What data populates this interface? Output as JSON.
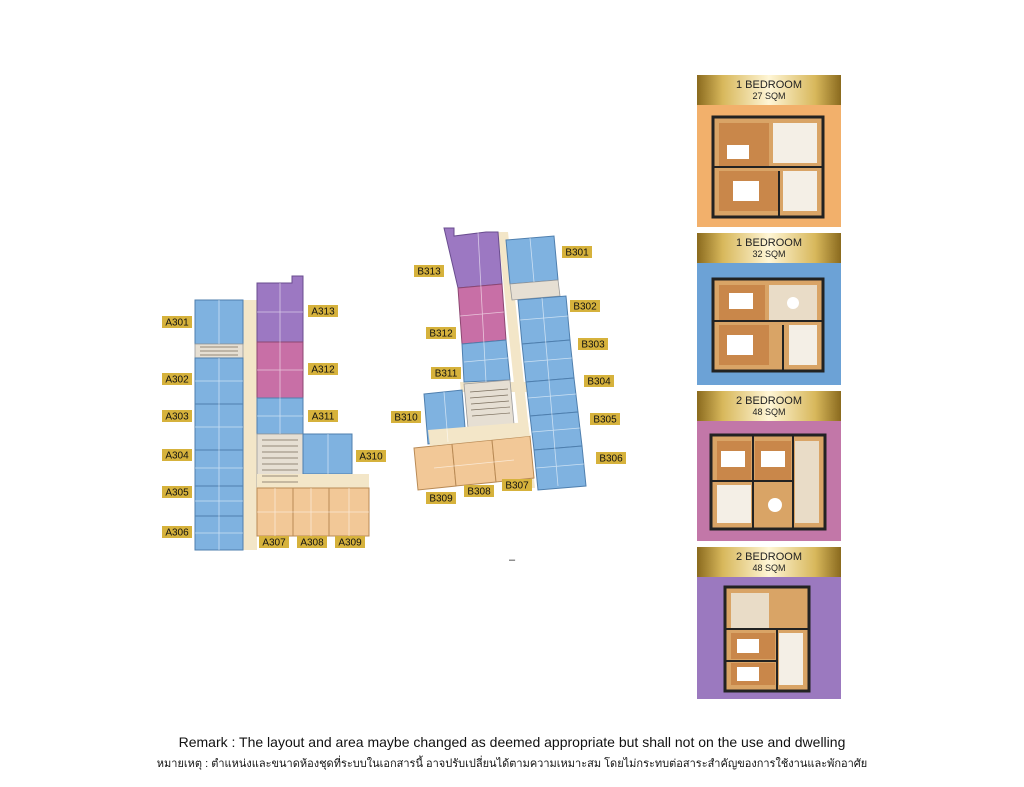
{
  "units_a": {
    "a301": "A301",
    "a302": "A302",
    "a303": "A303",
    "a304": "A304",
    "a305": "A305",
    "a306": "A306",
    "a307": "A307",
    "a308": "A308",
    "a309": "A309",
    "a310": "A310",
    "a311": "A311",
    "a312": "A312",
    "a313": "A313"
  },
  "units_b": {
    "b301": "B301",
    "b302": "B302",
    "b303": "B303",
    "b304": "B304",
    "b305": "B305",
    "b306": "B306",
    "b307": "B307",
    "b308": "B308",
    "b309": "B309",
    "b310": "B310",
    "b311": "B311",
    "b312": "B312",
    "b313": "B313"
  },
  "legend": [
    {
      "type": "1 BEDROOM",
      "area": "27 SQM",
      "color": "#f2b06b"
    },
    {
      "type": "1 BEDROOM",
      "area": "32 SQM",
      "color": "#6ca2d6"
    },
    {
      "type": "2 BEDROOM",
      "area": "48 SQM",
      "color": "#c277a8"
    },
    {
      "type": "2 BEDROOM",
      "area": "48 SQM",
      "color": "#9b79bf"
    }
  ],
  "colors": {
    "label_gold": "#d6b23c",
    "studio": "#f2c897",
    "one_bed": "#7fb2e0",
    "two_bed_pink": "#c86fa6",
    "two_bed_purple": "#9c78c2",
    "corridor": "#f3e6c8",
    "core": "#e6dfd3"
  },
  "dash": "–",
  "remark": {
    "en": "Remark : The layout and area maybe changed as deemed appropriate but shall not on the use and dwelling",
    "th": "หมายเหตุ : ตำแหน่งและขนาดห้องชุดที่ระบบในเอกสารนี้ อาจปรับเปลี่ยนได้ตามความเหมาะสม โดยไม่กระทบต่อสาระสำคัญของการใช้งานและพักอาศัย"
  }
}
